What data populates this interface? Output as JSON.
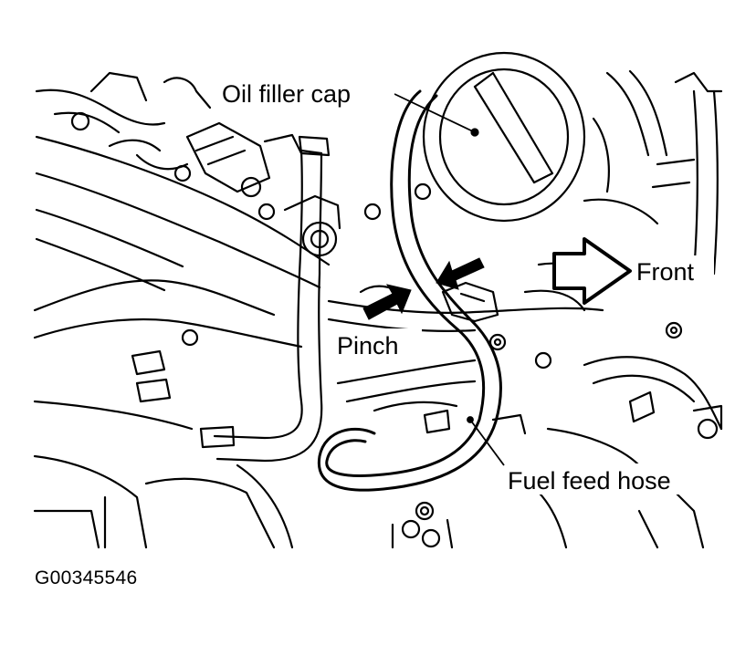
{
  "diagram": {
    "labels": {
      "oil_filler_cap": "Oil filler cap",
      "front": "Front",
      "pinch": "Pinch",
      "fuel_feed_hose": "Fuel feed hose"
    },
    "figure_id": "G00345546",
    "colors": {
      "line": "#000000",
      "background": "#ffffff"
    }
  }
}
